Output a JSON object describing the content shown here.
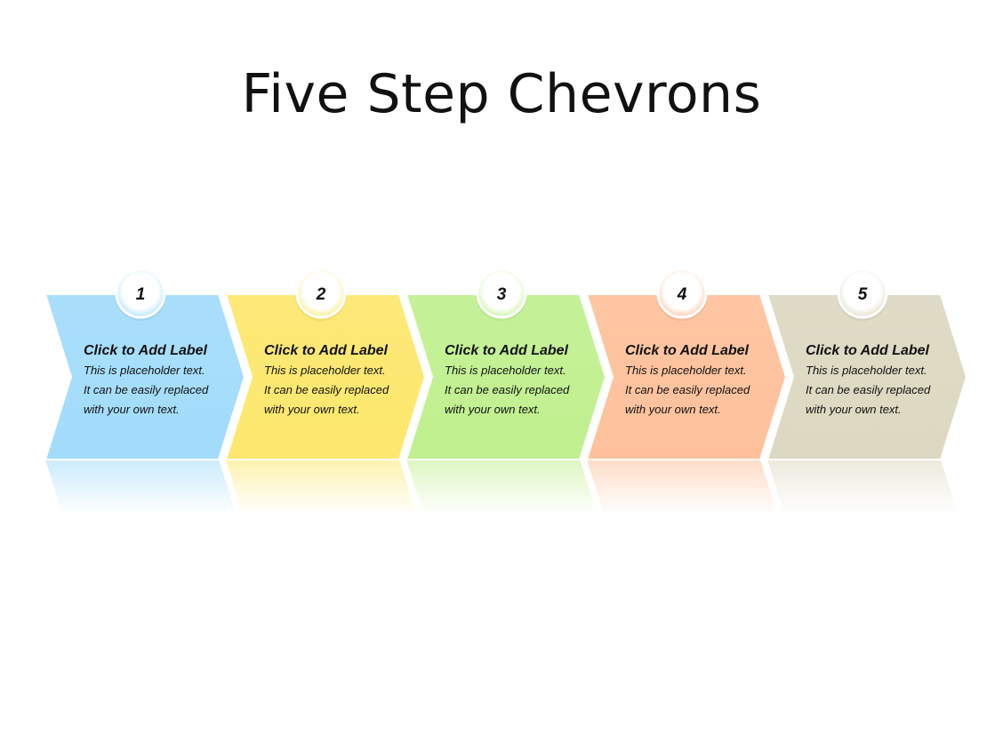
{
  "title": "Five Step Chevrons",
  "steps": [
    {
      "number": "1",
      "label": "Click to Add Label",
      "lines": [
        "This is placeholder text.",
        "It can be easily replaced",
        "with your own text."
      ],
      "color": "#a2dcfb"
    },
    {
      "number": "2",
      "label": "Click to Add Label",
      "lines": [
        "This is placeholder text.",
        "It can be easily replaced",
        "with your own text."
      ],
      "color": "#fde76d"
    },
    {
      "number": "3",
      "label": "Click to Add Label",
      "lines": [
        "This is placeholder text.",
        "It can be easily replaced",
        "with your own text."
      ],
      "color": "#c0f08f"
    },
    {
      "number": "4",
      "label": "Click to Add Label",
      "lines": [
        "This is placeholder text.",
        "It can be easily replaced",
        "with your own text."
      ],
      "color": "#fec19b"
    },
    {
      "number": "5",
      "label": "Click to Add Label",
      "lines": [
        "This is placeholder text.",
        "It can be easily replaced",
        "with your own text."
      ],
      "color": "#ddd8c1"
    }
  ]
}
